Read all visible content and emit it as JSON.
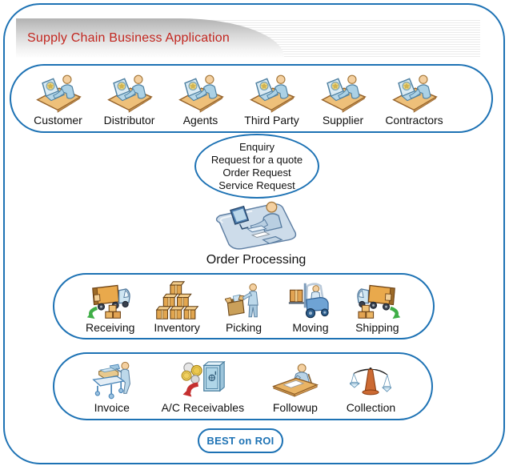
{
  "banner": {
    "title": "Supply Chain Business Application"
  },
  "stakeholders": {
    "items": [
      {
        "label": "Customer",
        "icon": "person-laptop"
      },
      {
        "label": "Distributor",
        "icon": "person-laptop"
      },
      {
        "label": "Agents",
        "icon": "person-laptop"
      },
      {
        "label": "Third Party",
        "icon": "person-laptop"
      },
      {
        "label": "Supplier",
        "icon": "person-laptop"
      },
      {
        "label": "Contractors",
        "icon": "person-laptop"
      }
    ]
  },
  "requests": {
    "lines": [
      "Enquiry",
      "Request for a quote",
      "Order Request",
      "Service Request"
    ]
  },
  "order_processing": {
    "label": "Order Processing",
    "icon": "order-processing"
  },
  "warehouse": {
    "items": [
      {
        "label": "Receiving",
        "icon": "truck-receiving"
      },
      {
        "label": "Inventory",
        "icon": "inventory-boxes"
      },
      {
        "label": "Picking",
        "icon": "picking-box"
      },
      {
        "label": "Moving",
        "icon": "forklift"
      },
      {
        "label": "Shipping",
        "icon": "truck-shipping"
      }
    ]
  },
  "finance": {
    "items": [
      {
        "label": "Invoice",
        "icon": "invoice-cart"
      },
      {
        "label": "A/C Receivables",
        "icon": "coins-safe"
      },
      {
        "label": "Followup",
        "icon": "followup-desk"
      },
      {
        "label": "Collection",
        "icon": "balance-scale"
      }
    ]
  },
  "badge": {
    "label": "BEST on ROI"
  },
  "colors": {
    "accent_blue": "#1d72b4",
    "title_red": "#c2261f",
    "label_text": "#111111",
    "carton_tan": "#e2a64f",
    "arrow_green": "#3fae47",
    "arrow_red": "#c53030"
  }
}
